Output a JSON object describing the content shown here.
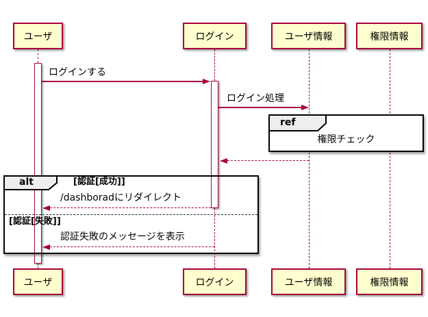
{
  "diagram": {
    "kind": "uml-sequence-diagram",
    "participants": [
      {
        "name": "ユーザ"
      },
      {
        "name": "ログイン"
      },
      {
        "name": "ユーザ情報"
      },
      {
        "name": "権限情報"
      }
    ],
    "messages": {
      "login": "ログインする",
      "login_process": "ログイン処理",
      "redirect": "/dashboradにリダイレクト",
      "auth_fail_display": "認証失敗のメッセージを表示"
    },
    "ref_fragment": {
      "keyword": "ref",
      "label": "権限チェック"
    },
    "alt_fragment": {
      "keyword": "alt",
      "guard_success": "[認証[成功]]",
      "guard_fail": "[認証[失敗]]"
    },
    "colors": {
      "participant_fill": "#FEFECE",
      "accent": "#A80036",
      "frame_border": "#000000",
      "frame_header_fill": "#EEEEEE",
      "background": "#FFFFFF"
    }
  }
}
